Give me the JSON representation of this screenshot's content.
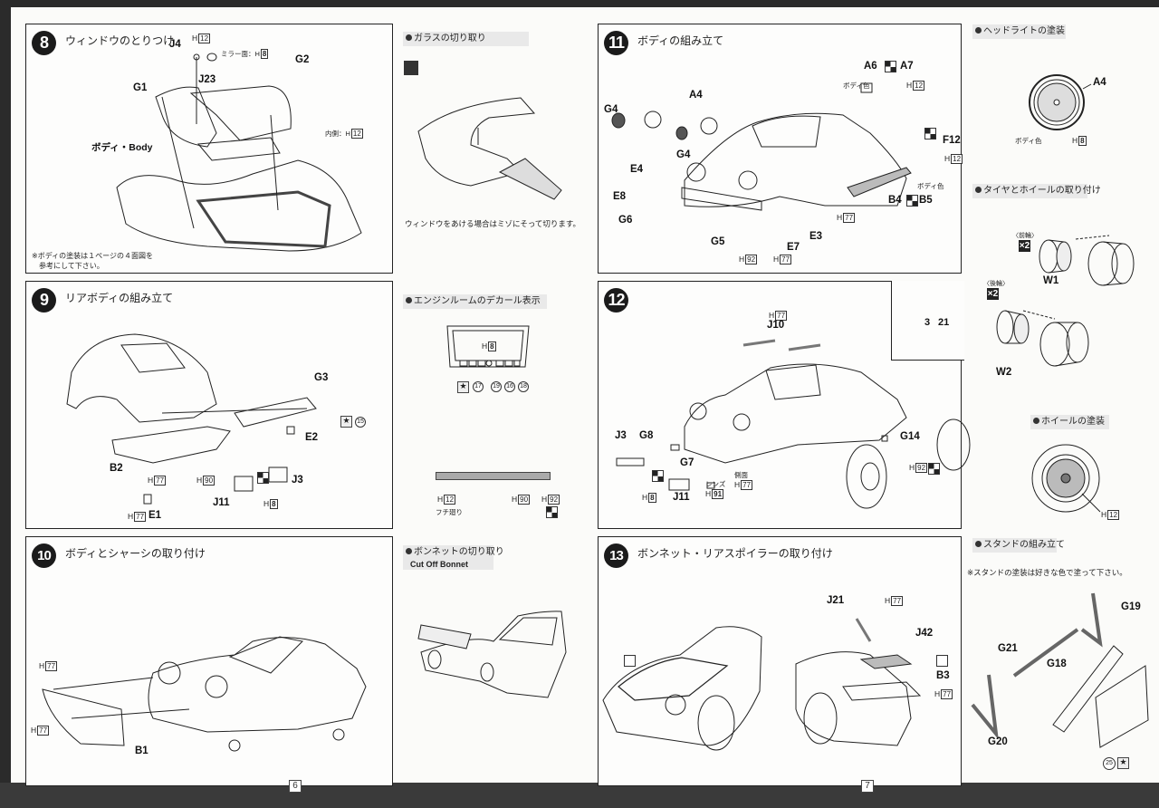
{
  "document": {
    "type": "model kit assembly instructions",
    "page_numbers": [
      "6",
      "7"
    ]
  },
  "steps": [
    {
      "number": "8",
      "title": "ウィンドウのとりつけ",
      "labels": [
        "J4",
        "J23",
        "G1",
        "G2",
        "ボディ・Body"
      ],
      "paint": [
        {
          "text": "H",
          "code": "12"
        },
        {
          "text": "ミラー面：H",
          "code": "8"
        },
        {
          "text": "内側：H",
          "code": "12"
        }
      ],
      "note": "※ボディの塗装は１ページの４面図を参考にして下さい。",
      "note_line1": "※ボディの塗装は１ページの４面図を",
      "note_line2": "参考にして下さい。"
    },
    {
      "number": "9",
      "title": "リアボディの組み立て",
      "labels": [
        "G3",
        "E2",
        "B2",
        "J3",
        "J11",
        "E1"
      ],
      "paint": [
        {
          "text": "H",
          "code": "77"
        },
        {
          "text": "H",
          "code": "90"
        },
        {
          "text": "H",
          "code": "8"
        },
        {
          "text": "H",
          "code": "77"
        }
      ],
      "decal": "15"
    },
    {
      "number": "10",
      "title": "ボディとシャーシの取り付け",
      "labels": [
        "B1"
      ],
      "paint": [
        {
          "text": "H",
          "code": "77"
        },
        {
          "text": "H",
          "code": "77"
        }
      ]
    },
    {
      "number": "11",
      "title": "ボディの組み立て",
      "labels": [
        "A6",
        "A7",
        "A4",
        "G4",
        "G4",
        "F12",
        "E4",
        "E8",
        "G6",
        "B4",
        "B5",
        "G5",
        "E7",
        "E3"
      ],
      "paint": [
        {
          "text": "ボディ色",
          "code": ""
        },
        {
          "text": "H",
          "code": "12"
        },
        {
          "text": "H",
          "code": "12"
        },
        {
          "text": "ボディ色",
          "code": ""
        },
        {
          "text": "H",
          "code": "77"
        },
        {
          "text": "H",
          "code": "92"
        },
        {
          "text": "H",
          "code": "77"
        }
      ]
    },
    {
      "number": "12",
      "title": "",
      "labels": [
        "J10",
        "J3",
        "G8",
        "G7",
        "J11",
        "G14"
      ],
      "paint": [
        {
          "text": "H",
          "code": "77"
        },
        {
          "text": "H",
          "code": "8"
        },
        {
          "text": "レンズ",
          "code": ""
        },
        {
          "text": "H",
          "code": "91"
        },
        {
          "text": "側面",
          "code": ""
        },
        {
          "text": "H",
          "code": "77"
        },
        {
          "text": "H",
          "code": "92"
        }
      ],
      "inset_dimensions": [
        "3",
        "21"
      ]
    },
    {
      "number": "13",
      "title": "ボンネット・リアスポイラーの取り付け",
      "labels": [
        "J21",
        "J42",
        "B3"
      ],
      "paint": [
        {
          "text": "H",
          "code": "77"
        },
        {
          "text": "H",
          "code": "77"
        }
      ]
    }
  ],
  "side_sections": {
    "glass_cut": {
      "heading": "ガラスの切り取り",
      "caption": "ウィンドウをあける場合はミゾにそって切ります。"
    },
    "engine_decal": {
      "heading": "エンジンルームのデカール表示",
      "paint_top": {
        "text": "H",
        "code": "8"
      },
      "decal_numbers": [
        "17",
        "19",
        "16",
        "18"
      ],
      "strip_paint": [
        {
          "text": "H",
          "code": "12"
        },
        {
          "text": "H",
          "code": "90"
        },
        {
          "text": "H",
          "code": "92"
        }
      ],
      "strip_note": "フチ廻り"
    },
    "bonnet_cut": {
      "heading": "ボンネットの切り取り",
      "subheading": "Cut Off Bonnet"
    },
    "headlight_paint": {
      "heading": "ヘッドライトの塗装",
      "part": "A4",
      "body_color": "ボディ色",
      "paint": {
        "text": "H",
        "code": "8"
      }
    },
    "tire_wheel": {
      "heading": "タイヤとホイールの取り付け",
      "front_label": "〈前輪〉",
      "rear_label": "〈後輪〉",
      "qty": "×2",
      "parts": [
        "W1",
        "W2"
      ]
    },
    "wheel_paint": {
      "heading": "ホイールの塗装",
      "paint": {
        "text": "H",
        "code": "12"
      }
    },
    "stand": {
      "heading": "スタンドの組み立て",
      "note": "※スタンドの塗装は好きな色で塗って下さい。",
      "parts": [
        "G19",
        "G21",
        "G18",
        "G20"
      ],
      "decal": "25"
    }
  }
}
